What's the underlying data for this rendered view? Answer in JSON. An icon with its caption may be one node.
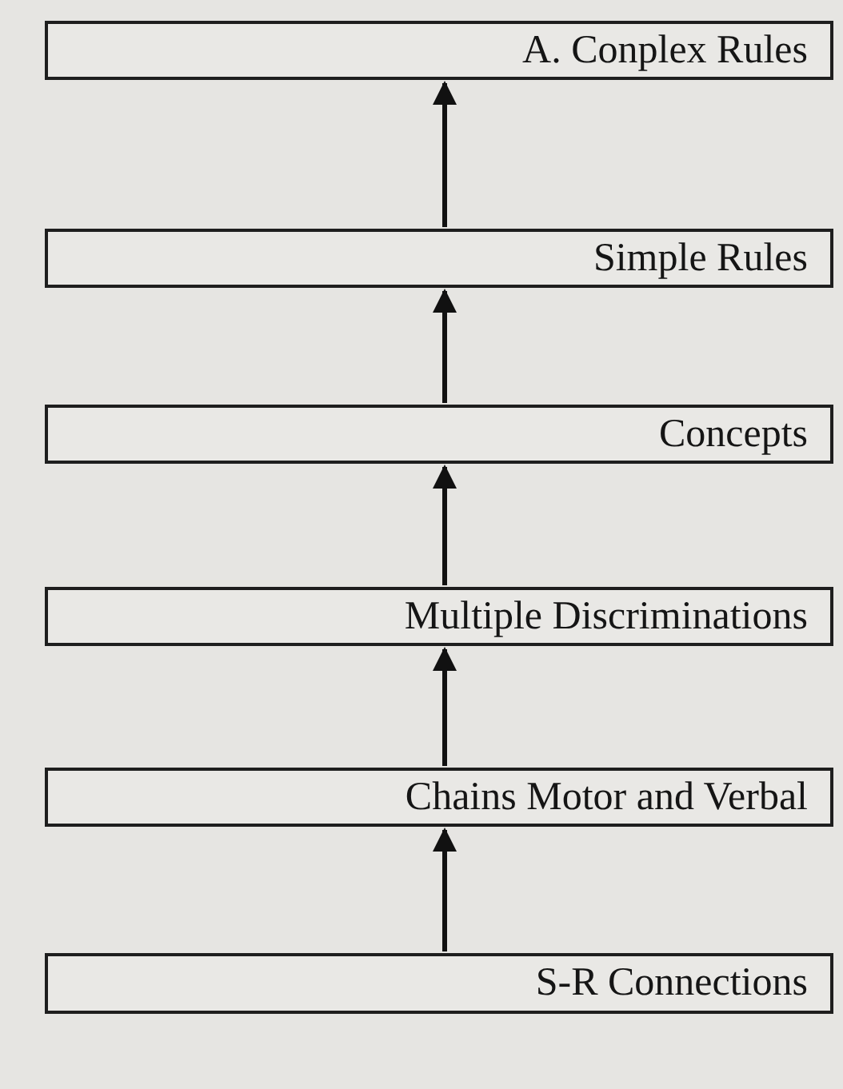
{
  "diagram": {
    "nodes": [
      {
        "text": [
          "A. Conplex Rules"
        ]
      },
      {
        "text": [
          "Simple Rules"
        ]
      },
      {
        "text": [
          "Concepts"
        ]
      },
      {
        "text": [
          "Multiple Discriminations"
        ]
      },
      {
        "text": [
          "Chains Motor and Verbal"
        ]
      },
      {
        "text": [
          "S-R Connections"
        ]
      }
    ],
    "edges": [
      {
        "from": 1,
        "to": 0,
        "arrow": "to"
      },
      {
        "from": 2,
        "to": 1,
        "arrow": "to"
      },
      {
        "from": 3,
        "to": 2,
        "arrow": "to"
      },
      {
        "from": 4,
        "to": 3,
        "arrow": "to"
      },
      {
        "from": 5,
        "to": 4,
        "arrow": "to"
      }
    ]
  }
}
